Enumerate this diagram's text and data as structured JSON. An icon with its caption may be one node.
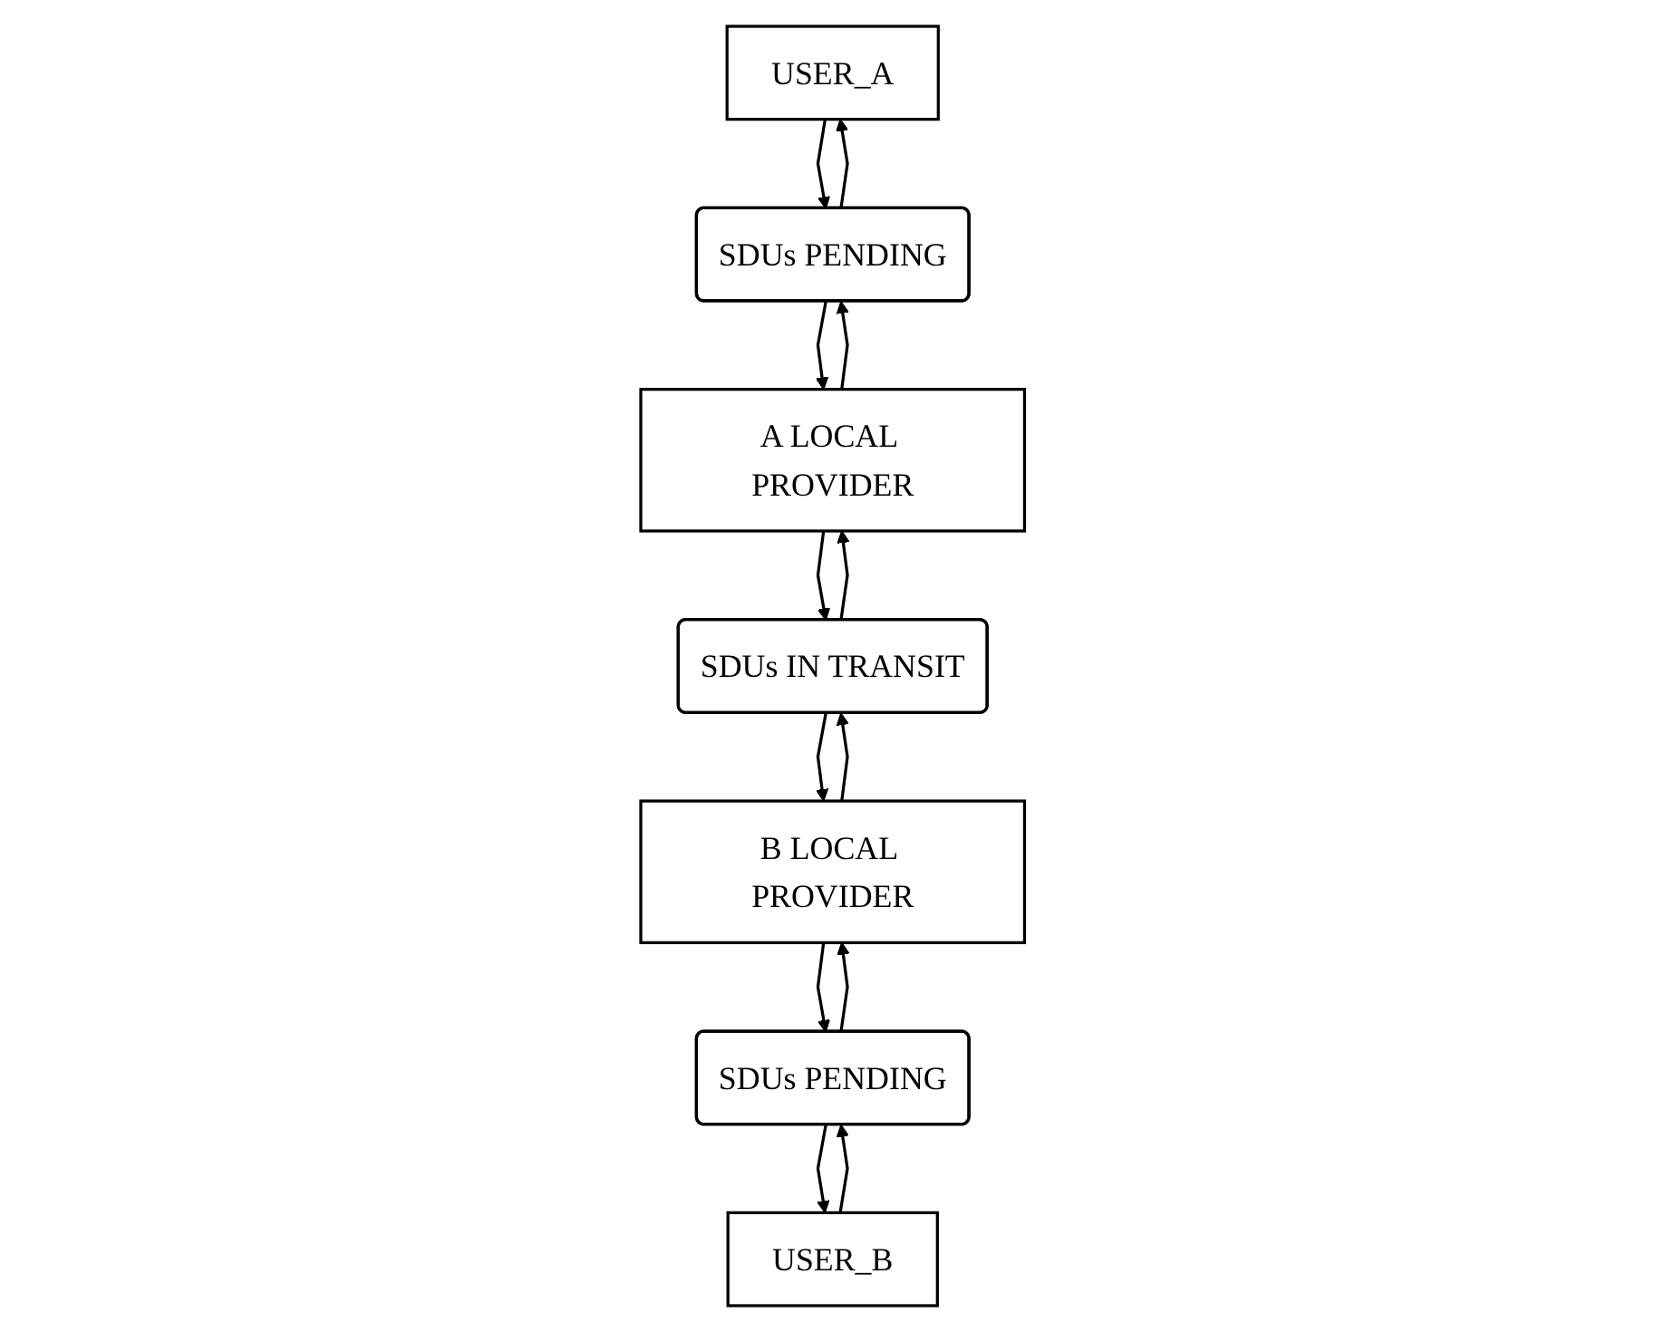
{
  "diagram": {
    "nodes": [
      {
        "text": [
          "USER_A"
        ]
      },
      {
        "text": [
          "USER_B"
        ]
      },
      {
        "text": [
          "SDUs PENDING"
        ]
      },
      {
        "text": [
          "SDUs PENDING"
        ]
      },
      {
        "text": [
          "A LOCAL PROVIDER"
        ]
      },
      {
        "text": [
          "SDUs IN TRANSIT"
        ]
      },
      {
        "text": [
          "B LOCAL PROVIDER"
        ]
      }
    ],
    "edges": [
      {
        "from": 0,
        "to": 2,
        "arrow": "to"
      },
      {
        "from": 2,
        "to": 0,
        "arrow": "to"
      },
      {
        "from": 1,
        "to": 3,
        "arrow": "to"
      },
      {
        "from": 3,
        "to": 1,
        "arrow": "to"
      },
      {
        "from": 2,
        "to": 4,
        "arrow": "to"
      },
      {
        "from": 4,
        "to": 2,
        "arrow": "to"
      },
      {
        "from": 3,
        "to": 6,
        "arrow": "to"
      },
      {
        "from": 6,
        "to": 3,
        "arrow": "to"
      },
      {
        "from": 4,
        "to": 5,
        "arrow": "to"
      },
      {
        "from": 5,
        "to": 4,
        "arrow": "to"
      },
      {
        "from": 5,
        "to": 6,
        "arrow": "to"
      },
      {
        "from": 6,
        "to": 5,
        "arrow": "to"
      }
    ]
  }
}
